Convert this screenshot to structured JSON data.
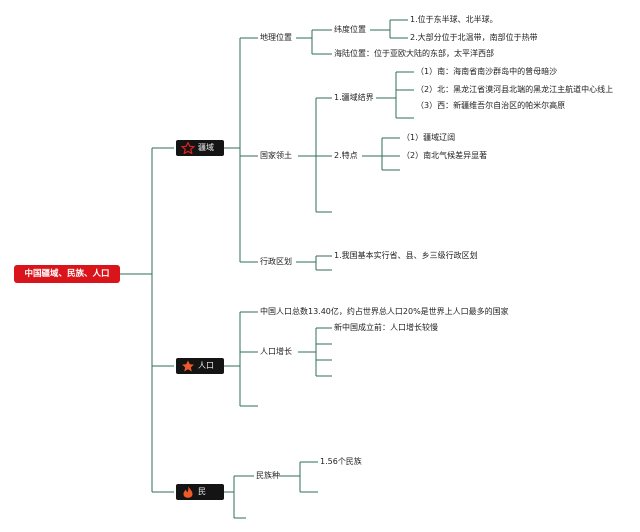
{
  "root": {
    "label": "中国疆域、民族、人口"
  },
  "categories": [
    {
      "label": "疆域",
      "icon": "star-outline-icon"
    },
    {
      "label": "人口",
      "icon": "star-filled-icon"
    },
    {
      "label": "民",
      "icon": "fire-icon"
    }
  ],
  "territory": {
    "geo": "地理位置",
    "lat": "纬度位置",
    "lat1": "1.位于东半球、北半球。",
    "lat2": "2.大部分位于北温带，南部位于热带",
    "sea": "海陆位置：位于亚欧大陆的东部，太平洋西部",
    "land": "国家领土",
    "borders": "1.疆域结界",
    "b1": "（1）南：海南省南沙群岛中的曾母暗沙",
    "b2": "（2）北：黑龙江省漠河县北端的黑龙江主航道中心线上",
    "b3": "（3）西：新疆维吾尔自治区的帕米尔高原",
    "features": "2.特点",
    "f1": "（1）疆域辽阔",
    "f2": "（2）南北气候差异显著",
    "admin": "行政区划",
    "admin1": "1.我国基本实行省、县、乡三级行政区划"
  },
  "population": {
    "total": "中国人口总数13.40亿，约占世界总人口20%是世界上人口最多的国家",
    "growth": "人口增长",
    "g1": "新中国成立前：人口增长较慢"
  },
  "ethnic": {
    "kinds": "民族种",
    "k1": "1.56个民族"
  }
}
